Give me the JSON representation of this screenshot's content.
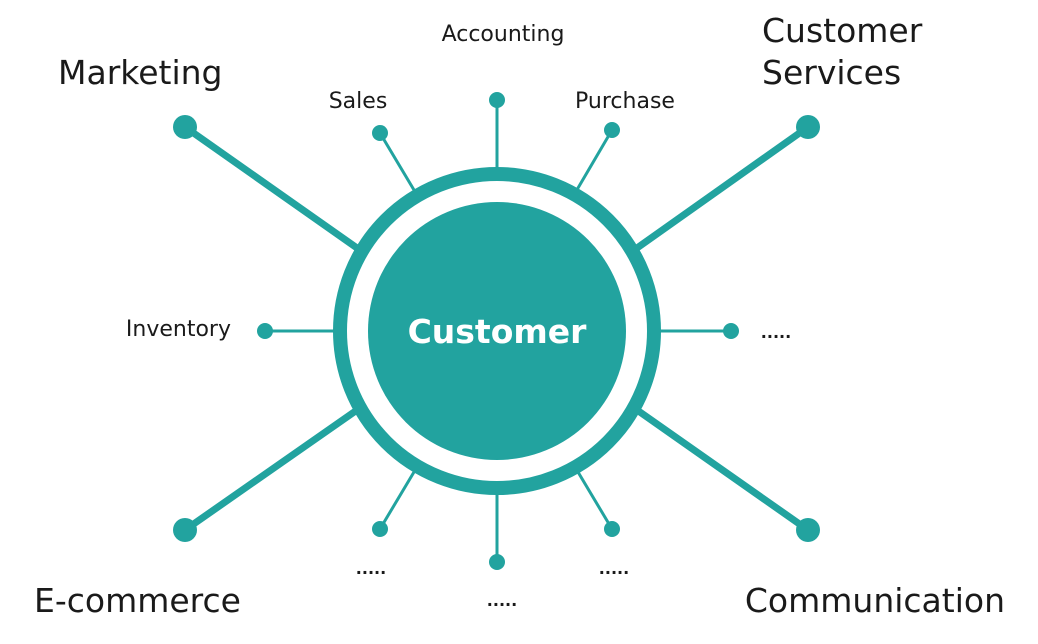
{
  "center": {
    "label": "Customer"
  },
  "colors": {
    "accent": "#22a39f",
    "text": "#1a1a1a",
    "hub_text": "#ffffff"
  },
  "branches": {
    "marketing": "Marketing",
    "customer_services": [
      "Customer",
      "Services"
    ],
    "ecommerce": "E-commerce",
    "communication": "Communication",
    "sales": "Sales",
    "accounting": "Accounting",
    "purchase": "Purchase",
    "inventory": "Inventory",
    "right_more": ".....",
    "bottom_left_more": ".....",
    "bottom_center_more": ".....",
    "bottom_right_more": "....."
  }
}
